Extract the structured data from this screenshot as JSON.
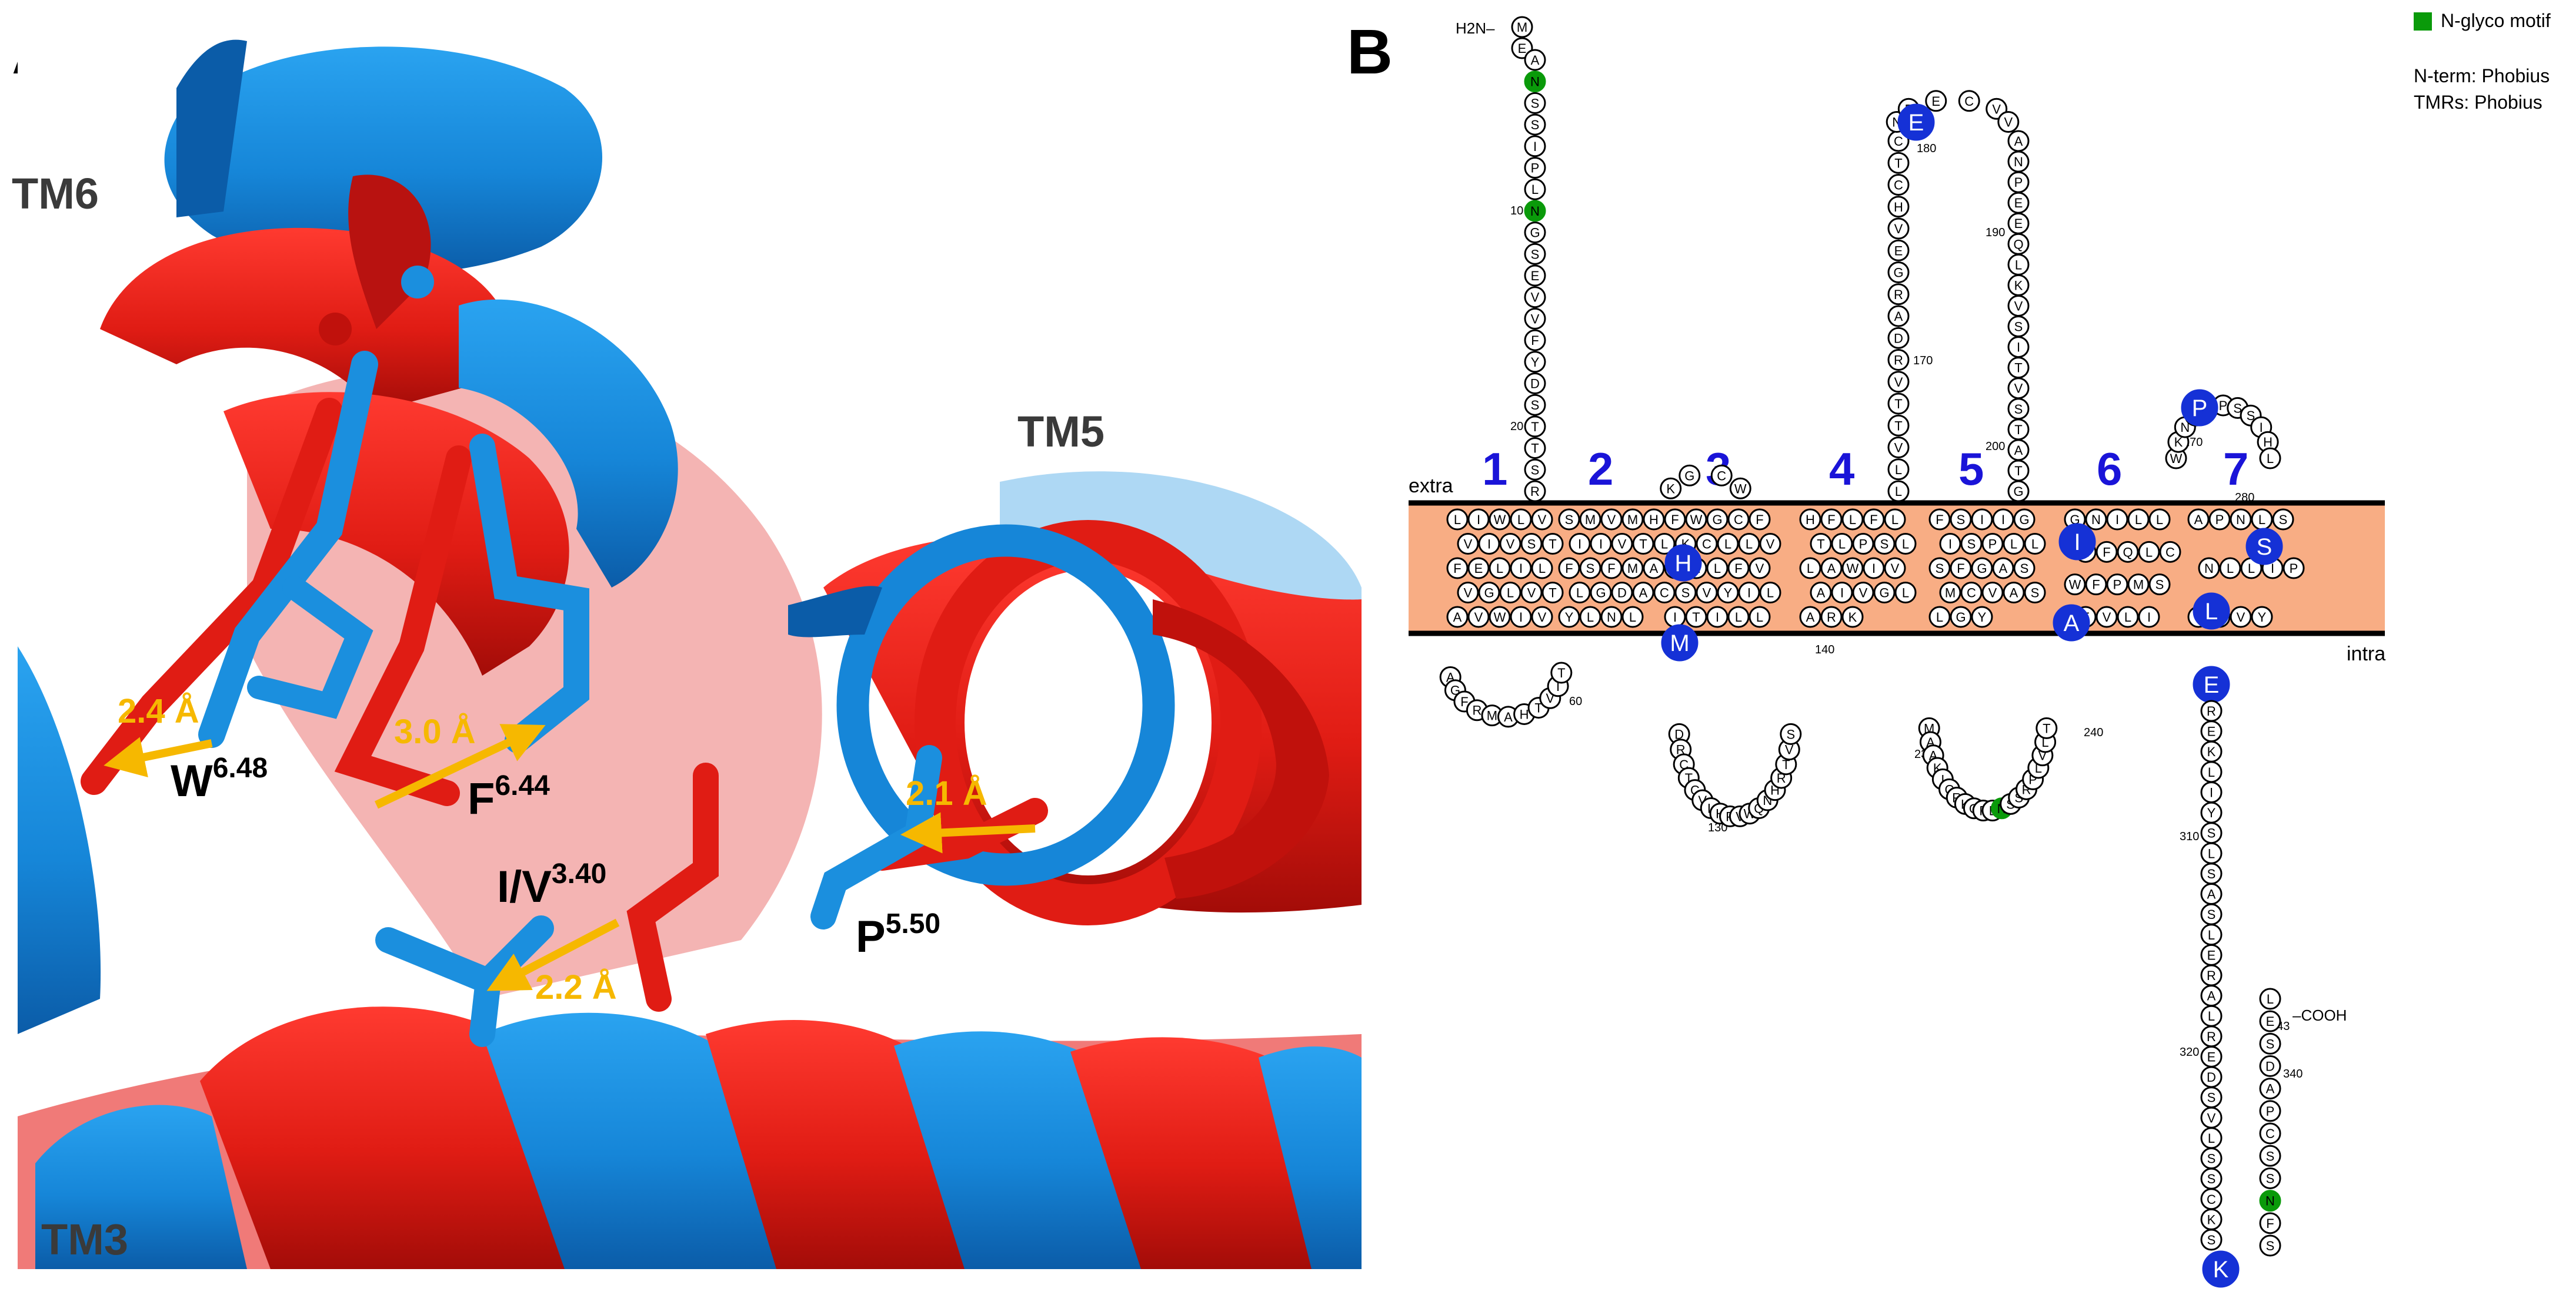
{
  "panel_a": {
    "label": "A",
    "helices": {
      "tm6": "TM6",
      "tm5": "TM5",
      "tm3": "TM3"
    },
    "residues": [
      {
        "base": "W",
        "sup": "6.48"
      },
      {
        "base": "F",
        "sup": "6.44"
      },
      {
        "base": "I/V",
        "sup": "3.40"
      },
      {
        "base": "P",
        "sup": "5.50"
      }
    ],
    "distances": [
      "2.4 Å",
      "3.0 Å",
      "2.1 Å",
      "2.2 Å"
    ],
    "colors": {
      "state1": "#e3201b",
      "state2": "#1b8fde",
      "arrow": "#f6b800"
    }
  },
  "panel_b": {
    "label": "B",
    "region_labels": {
      "extra": "extra",
      "intra": "intra"
    },
    "tm_numbers": [
      "1",
      "2",
      "3",
      "4",
      "5",
      "6",
      "7"
    ],
    "termini": {
      "n": "H2N–",
      "c": "–COOH"
    },
    "legend": {
      "glyco_label": "N-glyco motif",
      "nterm": "N-term: Phobius",
      "tmrs": "TMRs: Phobius"
    },
    "residue_numbers": [
      "10",
      "20",
      "60",
      "130",
      "140",
      "170",
      "180",
      "190",
      "200",
      "230",
      "240",
      "270",
      "280",
      "310",
      "320",
      "340",
      "343"
    ],
    "highlighted_residues": [
      "E",
      "P",
      "H",
      "M",
      "I",
      "S",
      "A",
      "L",
      "E",
      "K"
    ],
    "segments": {
      "nterm": [
        "M",
        "E",
        "A",
        "N",
        "S",
        "S",
        "I",
        "P",
        "L",
        "N",
        "G",
        "S",
        "E",
        "V",
        "V",
        "F",
        "Y",
        "D",
        "S",
        "T",
        "T",
        "S",
        "R"
      ],
      "tm1": [
        "L",
        "I",
        "W",
        "L",
        "V",
        "V",
        "I",
        "V",
        "S",
        "T",
        "F",
        "E",
        "L",
        "I",
        "L",
        "V",
        "G",
        "L",
        "V",
        "T",
        "A",
        "V",
        "W",
        "I",
        "V"
      ],
      "icl1": [
        "A",
        "G",
        "F",
        "R",
        "M",
        "A",
        "H",
        "T",
        "V",
        "I",
        "T"
      ],
      "tm2": [
        "S",
        "M",
        "V",
        "M",
        "H",
        "I",
        "I",
        "V",
        "T",
        "L",
        "F",
        "S",
        "F",
        "M",
        "A",
        "L",
        "G",
        "D",
        "A",
        "C",
        "Y",
        "L",
        "N",
        "L"
      ],
      "ecl1": [
        "K",
        "G",
        "C",
        "W"
      ],
      "tm3": [
        "F",
        "W",
        "G",
        "C",
        "F",
        "K",
        "C",
        "L",
        "L",
        "V",
        "I",
        "N",
        "L",
        "F",
        "V",
        "S",
        "V",
        "Y",
        "I",
        "L",
        "I",
        "T",
        "I",
        "L",
        "L"
      ],
      "icl2": [
        "D",
        "R",
        "C",
        "T",
        "C",
        "V",
        "L",
        "H",
        "P",
        "V",
        "W",
        "Q",
        "N",
        "H",
        "R",
        "T",
        "V",
        "S"
      ],
      "tm4": [
        "H",
        "F",
        "L",
        "F",
        "L",
        "T",
        "L",
        "P",
        "S",
        "L",
        "L",
        "A",
        "W",
        "I",
        "V",
        "A",
        "I",
        "V",
        "G",
        "L",
        "A",
        "R",
        "K"
      ],
      "ecl2": [
        "L",
        "L",
        "V",
        "T",
        "T",
        "V",
        "R",
        "D",
        "A",
        "R",
        "G",
        "E",
        "V",
        "H",
        "C",
        "T",
        "C",
        "N",
        "F",
        "E",
        "C",
        "V",
        "V",
        "A",
        "N",
        "P",
        "E",
        "E",
        "Q",
        "L",
        "K",
        "V",
        "S",
        "I",
        "T",
        "V",
        "S",
        "T",
        "A",
        "T",
        "G"
      ],
      "tm5": [
        "F",
        "S",
        "I",
        "I",
        "G",
        "I",
        "S",
        "P",
        "L",
        "L",
        "S",
        "F",
        "G",
        "A",
        "S",
        "M",
        "C",
        "V",
        "A",
        "S",
        "L",
        "G",
        "Y"
      ],
      "icl3": [
        "M",
        "A",
        "A",
        "K",
        "I",
        "C",
        "R",
        "K",
        "G",
        "F",
        "L",
        "N",
        "S",
        "S",
        "R",
        "P",
        "L",
        "V",
        "L",
        "T"
      ],
      "tm6": [
        "G",
        "N",
        "I",
        "L",
        "L",
        "L",
        "F",
        "Q",
        "L",
        "C",
        "W",
        "F",
        "P",
        "M",
        "S",
        "F",
        "V",
        "L",
        "I"
      ],
      "ecl3": [
        "W",
        "K",
        "N",
        "E",
        "T",
        "P",
        "S",
        "S",
        "I",
        "H",
        "L"
      ],
      "tm7": [
        "A",
        "P",
        "N",
        "L",
        "S",
        "N",
        "L",
        "L",
        "I",
        "P",
        "V",
        "F",
        "V",
        "Y"
      ],
      "cterm": [
        "E",
        "R",
        "E",
        "K",
        "L",
        "I",
        "Y",
        "S",
        "L",
        "S",
        "A",
        "S",
        "L",
        "E",
        "R",
        "A",
        "L",
        "R",
        "E",
        "D",
        "S",
        "V",
        "L",
        "S",
        "S",
        "C",
        "K",
        "S",
        "S",
        "F",
        "N",
        "S",
        "S",
        "C",
        "P",
        "A",
        "D",
        "S",
        "E",
        "L"
      ]
    }
  }
}
